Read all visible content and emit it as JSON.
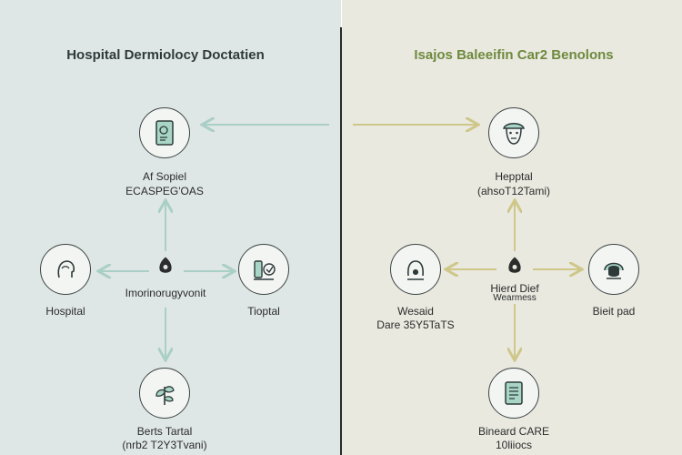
{
  "left": {
    "title": "Hospital Dermiolocy Doctatien",
    "top_label_1": "Af Sopiel",
    "top_label_2": "ECASPEG'OAS",
    "center_label": "Imorinorugyvonit",
    "left_label": "Hospital",
    "right_label": "Tioptal",
    "bottom_label_1": "Berts Tartal",
    "bottom_label_2": "(nrb2 T2Y3Tvani)"
  },
  "right": {
    "title": "Isajos Baleeifin Car2 Benolons",
    "top_label_1": "Hepptal",
    "top_label_2": "(ahsoT12Tami)",
    "center_label_1": "Hierd Dief",
    "center_label_2": "Wearmess",
    "left_label_1": "Wesaid",
    "left_label_2": "Dare 35Y5TaTS",
    "right_label": "Bieit pad",
    "bottom_label_1": "Bineard CARE",
    "bottom_label_2": "10liiocs"
  },
  "colors": {
    "left_arrow": "#a9cfc6",
    "right_arrow": "#cfc789",
    "title_right": "#6f8a3e"
  },
  "icons": {
    "left_top": "document-tablet-icon",
    "left_left": "head-profile-icon",
    "left_right": "wellness-device-icon",
    "left_bottom": "plant-icon",
    "right_top": "doctor-face-icon",
    "right_left": "person-head-icon",
    "right_right": "helmet-head-icon",
    "right_bottom": "care-document-icon"
  }
}
